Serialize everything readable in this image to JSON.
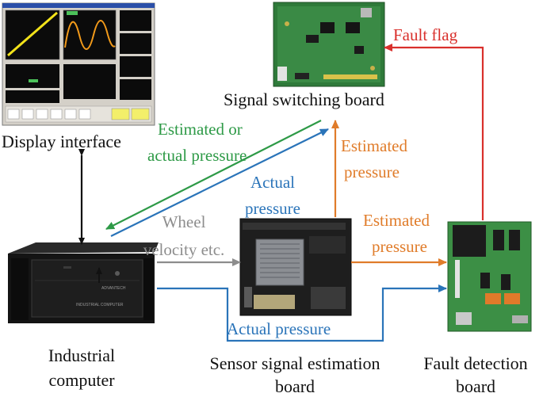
{
  "nodes": {
    "display_interface": "Display interface",
    "signal_switching_board": "Signal switching board",
    "industrial_computer_line1": "Industrial",
    "industrial_computer_line2": "computer",
    "sensor_board_line1": "Sensor signal estimation",
    "sensor_board_line2": "board",
    "fault_board_line1": "Fault detection",
    "fault_board_line2": "board"
  },
  "edges": {
    "fault_flag": "Fault flag",
    "estimated_or_actual_line1": "Estimated or",
    "estimated_or_actual_line2": "actual pressure",
    "actual_pressure_up_line1": "Actual",
    "actual_pressure_up_line2": "pressure",
    "estimated_pressure_up_line1": "Estimated",
    "estimated_pressure_up_line2": "pressure",
    "wheel_velocity_line1": "Wheel",
    "wheel_velocity_line2": "velocity etc.",
    "estimated_pressure_right_line1": "Estimated",
    "estimated_pressure_right_line2": "pressure",
    "actual_pressure_bottom": "Actual pressure"
  },
  "device_text": {
    "pc_brand": "ADVANTECH",
    "pc_model": "INDUSTRIAL COMPUTER"
  },
  "colors": {
    "green": "#2e9a47",
    "blue": "#2a74b9",
    "orange": "#e07c2a",
    "gray": "#8d8d8d",
    "red": "#d9302c",
    "black": "#111111"
  }
}
